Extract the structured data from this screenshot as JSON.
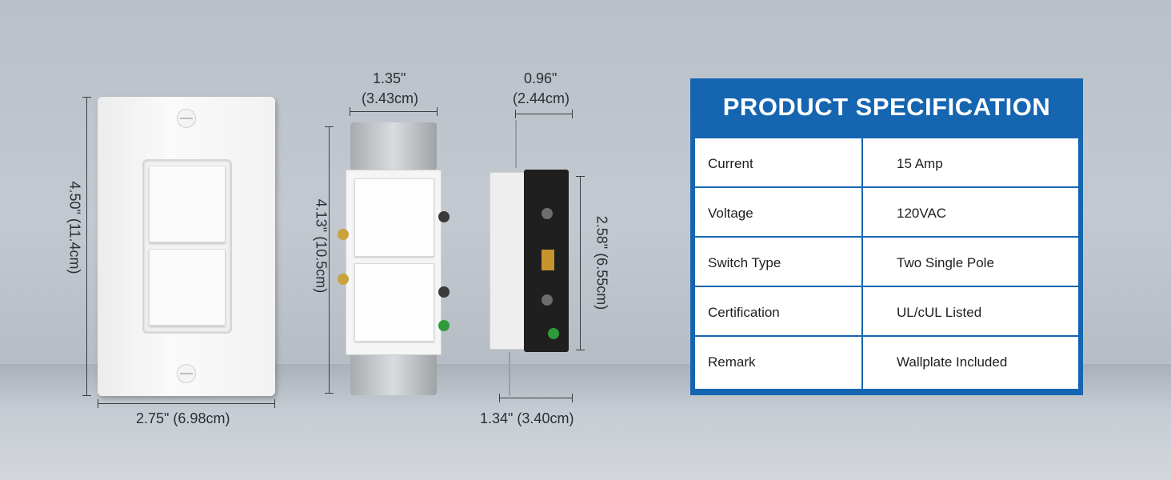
{
  "dimensions": {
    "plate_height": "4.50\" (11.4cm)",
    "plate_width": "2.75\" (6.98cm)",
    "switch_width_in": "1.35\"",
    "switch_width_cm": "(3.43cm)",
    "switch_height": "4.13\" (10.5cm)",
    "side_depth_in": "0.96\"",
    "side_depth_cm": "(2.44cm)",
    "side_height": "2.58\" (6.55cm)",
    "side_width": "1.34\" (3.40cm)"
  },
  "spec": {
    "title": "PRODUCT SPECIFICATION",
    "rows": [
      {
        "label": "Current",
        "value": "15 Amp"
      },
      {
        "label": "Voltage",
        "value": "120VAC"
      },
      {
        "label": "Switch Type",
        "value": "Two Single Pole"
      },
      {
        "label": "Certification",
        "value": "UL/cUL Listed"
      },
      {
        "label": "Remark",
        "value": "Wallplate Included"
      }
    ]
  },
  "colors": {
    "accent": "#1565b0",
    "background": "#c3c9d0"
  }
}
